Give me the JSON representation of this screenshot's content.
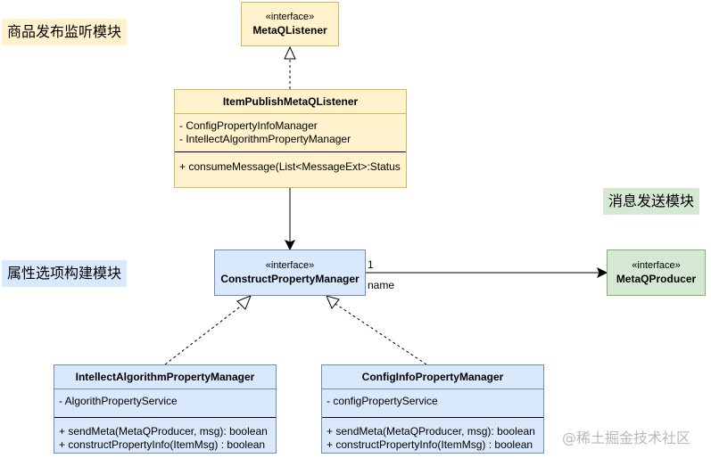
{
  "module_labels": {
    "product_publish": "商品发布监听模块",
    "message_send": "消息发送模块",
    "property_build": "属性选项构建模块"
  },
  "colors": {
    "yellow_fill": "#fff2cc",
    "yellow_border": "#d6b656",
    "blue_fill": "#dae8fc",
    "blue_border": "#6c8ebf",
    "green_fill": "#d5e8d4",
    "green_border": "#82b366"
  },
  "nodes": {
    "metaq_listener": {
      "stereotype": "«interface»",
      "name": "MetaQListener"
    },
    "item_publish_listener": {
      "name": "ItemPublishMetaQListener",
      "attributes": [
        "- ConfigPropertyInfoManager",
        "- IntellectAlgorithmPropertyManager"
      ],
      "methods": [
        "+ consumeMessage(List<MessageExt>:Status"
      ]
    },
    "construct_property_manager": {
      "stereotype": "«interface»",
      "name": "ConstructPropertyManager"
    },
    "metaq_producer": {
      "stereotype": "«interface»",
      "name": "MetaQProducer"
    },
    "intellect_algorithm_manager": {
      "name": "IntellectAlgorithmPropertyManager",
      "attributes": [
        "- AlgorithPropertyService"
      ],
      "methods": [
        "+ sendMeta(MetaQProducer, msg): boolean",
        "+ constructPropertyInfo(ItemMsg)  : boolean"
      ]
    },
    "config_info_manager": {
      "name": "ConfigInfoPropertyManager",
      "attributes": [
        "- configPropertyService"
      ],
      "methods": [
        "+ sendMeta(MetaQProducer, msg): boolean",
        "+ constructPropertyInfo(ItemMsg)  : boolean"
      ]
    }
  },
  "association": {
    "multiplicity": "1",
    "role": "name"
  },
  "watermark": "@稀土掘金技术社区"
}
